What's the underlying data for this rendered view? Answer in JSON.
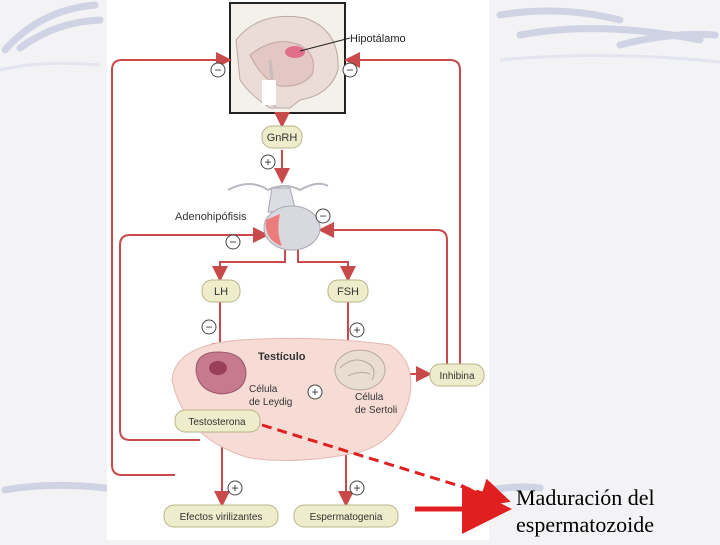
{
  "diagram": {
    "labels": {
      "hypothalamus": "Hipotálamo",
      "gnrh": "GnRH",
      "adenohypophysis": "Adenohipófisis",
      "lh": "LH",
      "fsh": "FSH",
      "testicle": "Testículo",
      "leydig_line1": "Célula",
      "leydig_line2": "de Leydig",
      "sertoli_line1": "Célula",
      "sertoli_line2": "de Sertoli",
      "inhibin": "Inhibina",
      "testosterone": "Testosterona",
      "virilizing": "Efectos virilizantes",
      "spermatogenesis": "Espermatogenia"
    },
    "signs": {
      "minus": "−",
      "plus": "+"
    },
    "colors": {
      "arrow": "#c84a4a",
      "box_fill": "#eeeccb",
      "box_stroke": "#b8b48a",
      "testicle": "#f7dcd6",
      "highlight": "#e02020"
    }
  },
  "annotation": {
    "caption_line1": "Maduración del",
    "caption_line2": "espermatozoide"
  }
}
